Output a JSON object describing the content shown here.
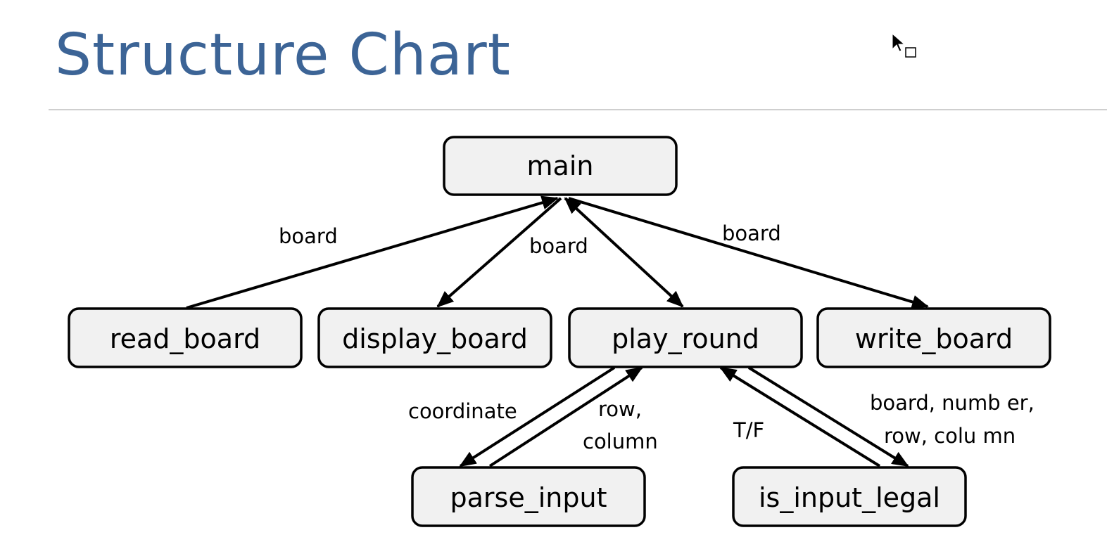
{
  "slide": {
    "title": "Structure Chart"
  },
  "colors": {
    "title": "#3c6496",
    "node_fill": "#f1f1f1",
    "stroke": "#000000",
    "rule": "#cfcfcf"
  },
  "diagram": {
    "nodes": {
      "main": "main",
      "read_board": "read_board",
      "display_board": "display_board",
      "play_round": "play_round",
      "write_board": "write_board",
      "parse_input": "parse_input",
      "is_input_legal": "is_input_legal"
    },
    "edges": [
      {
        "from": "read_board",
        "to": "main",
        "label": [
          "board"
        ]
      },
      {
        "from": "main",
        "to": "display_board",
        "label": [
          "board"
        ]
      },
      {
        "from": "main",
        "to": "play_round",
        "label": [],
        "bidirectional": true
      },
      {
        "from": "main",
        "to": "write_board",
        "label": [
          "board"
        ]
      },
      {
        "from": "play_round",
        "to": "parse_input",
        "label": [
          "coordinate"
        ]
      },
      {
        "from": "parse_input",
        "to": "play_round",
        "label": [
          "row,",
          "column"
        ]
      },
      {
        "from": "is_input_legal",
        "to": "play_round",
        "label": [
          "T/F"
        ]
      },
      {
        "from": "play_round",
        "to": "is_input_legal",
        "label": [
          "board, numb er,",
          "row, colu mn"
        ]
      }
    ]
  },
  "cursor": {
    "icon": "mouse-pointer-icon"
  }
}
